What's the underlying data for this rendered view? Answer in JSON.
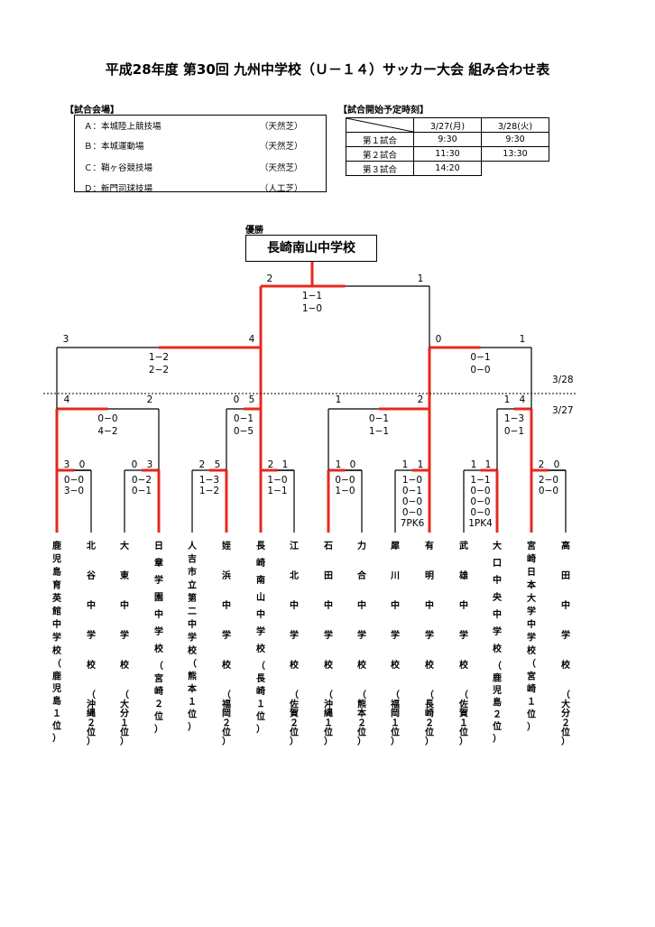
{
  "title": "平成28年度 第30回 九州中学校（Ｕ－１４）サッカー大会 組み合わせ表",
  "venues": {
    "heading": "【試合会場】",
    "items": [
      {
        "label": "Ａ：本城陸上競技場",
        "type": "（天然芝）"
      },
      {
        "label": "Ｂ：本城運動場",
        "type": "（天然芝）"
      },
      {
        "label": "Ｃ：鞘ヶ谷競技場",
        "type": "（天然芝）"
      },
      {
        "label": "Ｄ：新門司球技場",
        "type": "（人工芝）"
      }
    ]
  },
  "schedule": {
    "heading": "【試合開始予定時刻】",
    "dates": [
      "3/27(月)",
      "3/28(火)"
    ],
    "rows": [
      {
        "label": "第１試合",
        "times": [
          "9:30",
          "9:30"
        ]
      },
      {
        "label": "第２試合",
        "times": [
          "11:30",
          "13:30"
        ]
      },
      {
        "label": "第３試合",
        "times": [
          "14:20",
          ""
        ]
      }
    ]
  },
  "champion": {
    "label": "優勝",
    "name": "長崎南山中学校"
  },
  "dates": {
    "d1": "3/28",
    "d2": "3/27"
  },
  "teams": [
    {
      "name": "鹿児島育英館中学校",
      "pref": "（鹿児島１位）"
    },
    {
      "name": "北谷中学校",
      "pref": "（沖縄２位）"
    },
    {
      "name": "大東中学校",
      "pref": "（大分１位）"
    },
    {
      "name": "日章学園中学校",
      "pref": "（宮崎２位）"
    },
    {
      "name": "人吉市立第二中学校",
      "pref": "（熊本１位）"
    },
    {
      "name": "姪浜中学校",
      "pref": "（福岡２位）"
    },
    {
      "name": "長崎南山中学校",
      "pref": "（長崎１位）"
    },
    {
      "name": "江北中学校",
      "pref": "（佐賀２位）"
    },
    {
      "name": "石田中学校",
      "pref": "（沖縄１位）"
    },
    {
      "name": "力合中学校",
      "pref": "（熊本２位）"
    },
    {
      "name": "犀川中学校",
      "pref": "（福岡１位）"
    },
    {
      "name": "有明中学校",
      "pref": "（長崎２位）"
    },
    {
      "name": "武雄中学校",
      "pref": "（佐賀１位）"
    },
    {
      "name": "大口中央中学校",
      "pref": "（鹿児島２位）"
    },
    {
      "name": "宮崎日本大学中学校",
      "pref": "（宮崎１位）"
    },
    {
      "name": "高田中学校",
      "pref": "（大分２位）"
    }
  ],
  "r1": [
    {
      "l": "3",
      "r": "0",
      "s": [
        "0−0",
        "3−0"
      ]
    },
    {
      "l": "0",
      "r": "3",
      "s": [
        "0−2",
        "0−1"
      ]
    },
    {
      "l": "2",
      "r": "5",
      "s": [
        "1−3",
        "1−2"
      ]
    },
    {
      "l": "2",
      "r": "1",
      "s": [
        "1−0",
        "1−1"
      ]
    },
    {
      "l": "1",
      "r": "0",
      "s": [
        "0−0",
        "1−0"
      ]
    },
    {
      "l": "1",
      "r": "1",
      "s": [
        "1−0",
        "0−1",
        "0−0",
        "0−0",
        "7PK6"
      ]
    },
    {
      "l": "1",
      "r": "1",
      "s": [
        "1−1",
        "0−0",
        "0−0",
        "0−0",
        "1PK4"
      ]
    },
    {
      "l": "2",
      "r": "0",
      "s": [
        "2−0",
        "0−0"
      ]
    }
  ],
  "r2": [
    {
      "l": "4",
      "r": "2",
      "s": [
        "0−0",
        "4−2"
      ]
    },
    {
      "l": "0",
      "r": "5",
      "s": [
        "0−1",
        "0−5"
      ]
    },
    {
      "l": "1",
      "r": "2",
      "s": [
        "0−1",
        "1−1"
      ]
    },
    {
      "l": "1",
      "r": "4",
      "s": [
        "1−3",
        "0−1"
      ]
    }
  ],
  "r3": [
    {
      "l": "3",
      "r": "4",
      "s": [
        "1−2",
        "2−2"
      ]
    },
    {
      "l": "0",
      "r": "1",
      "s": [
        "0−1",
        "0−0"
      ]
    }
  ],
  "final": {
    "l": "2",
    "r": "1",
    "s": [
      "1−1",
      "1−0"
    ]
  }
}
